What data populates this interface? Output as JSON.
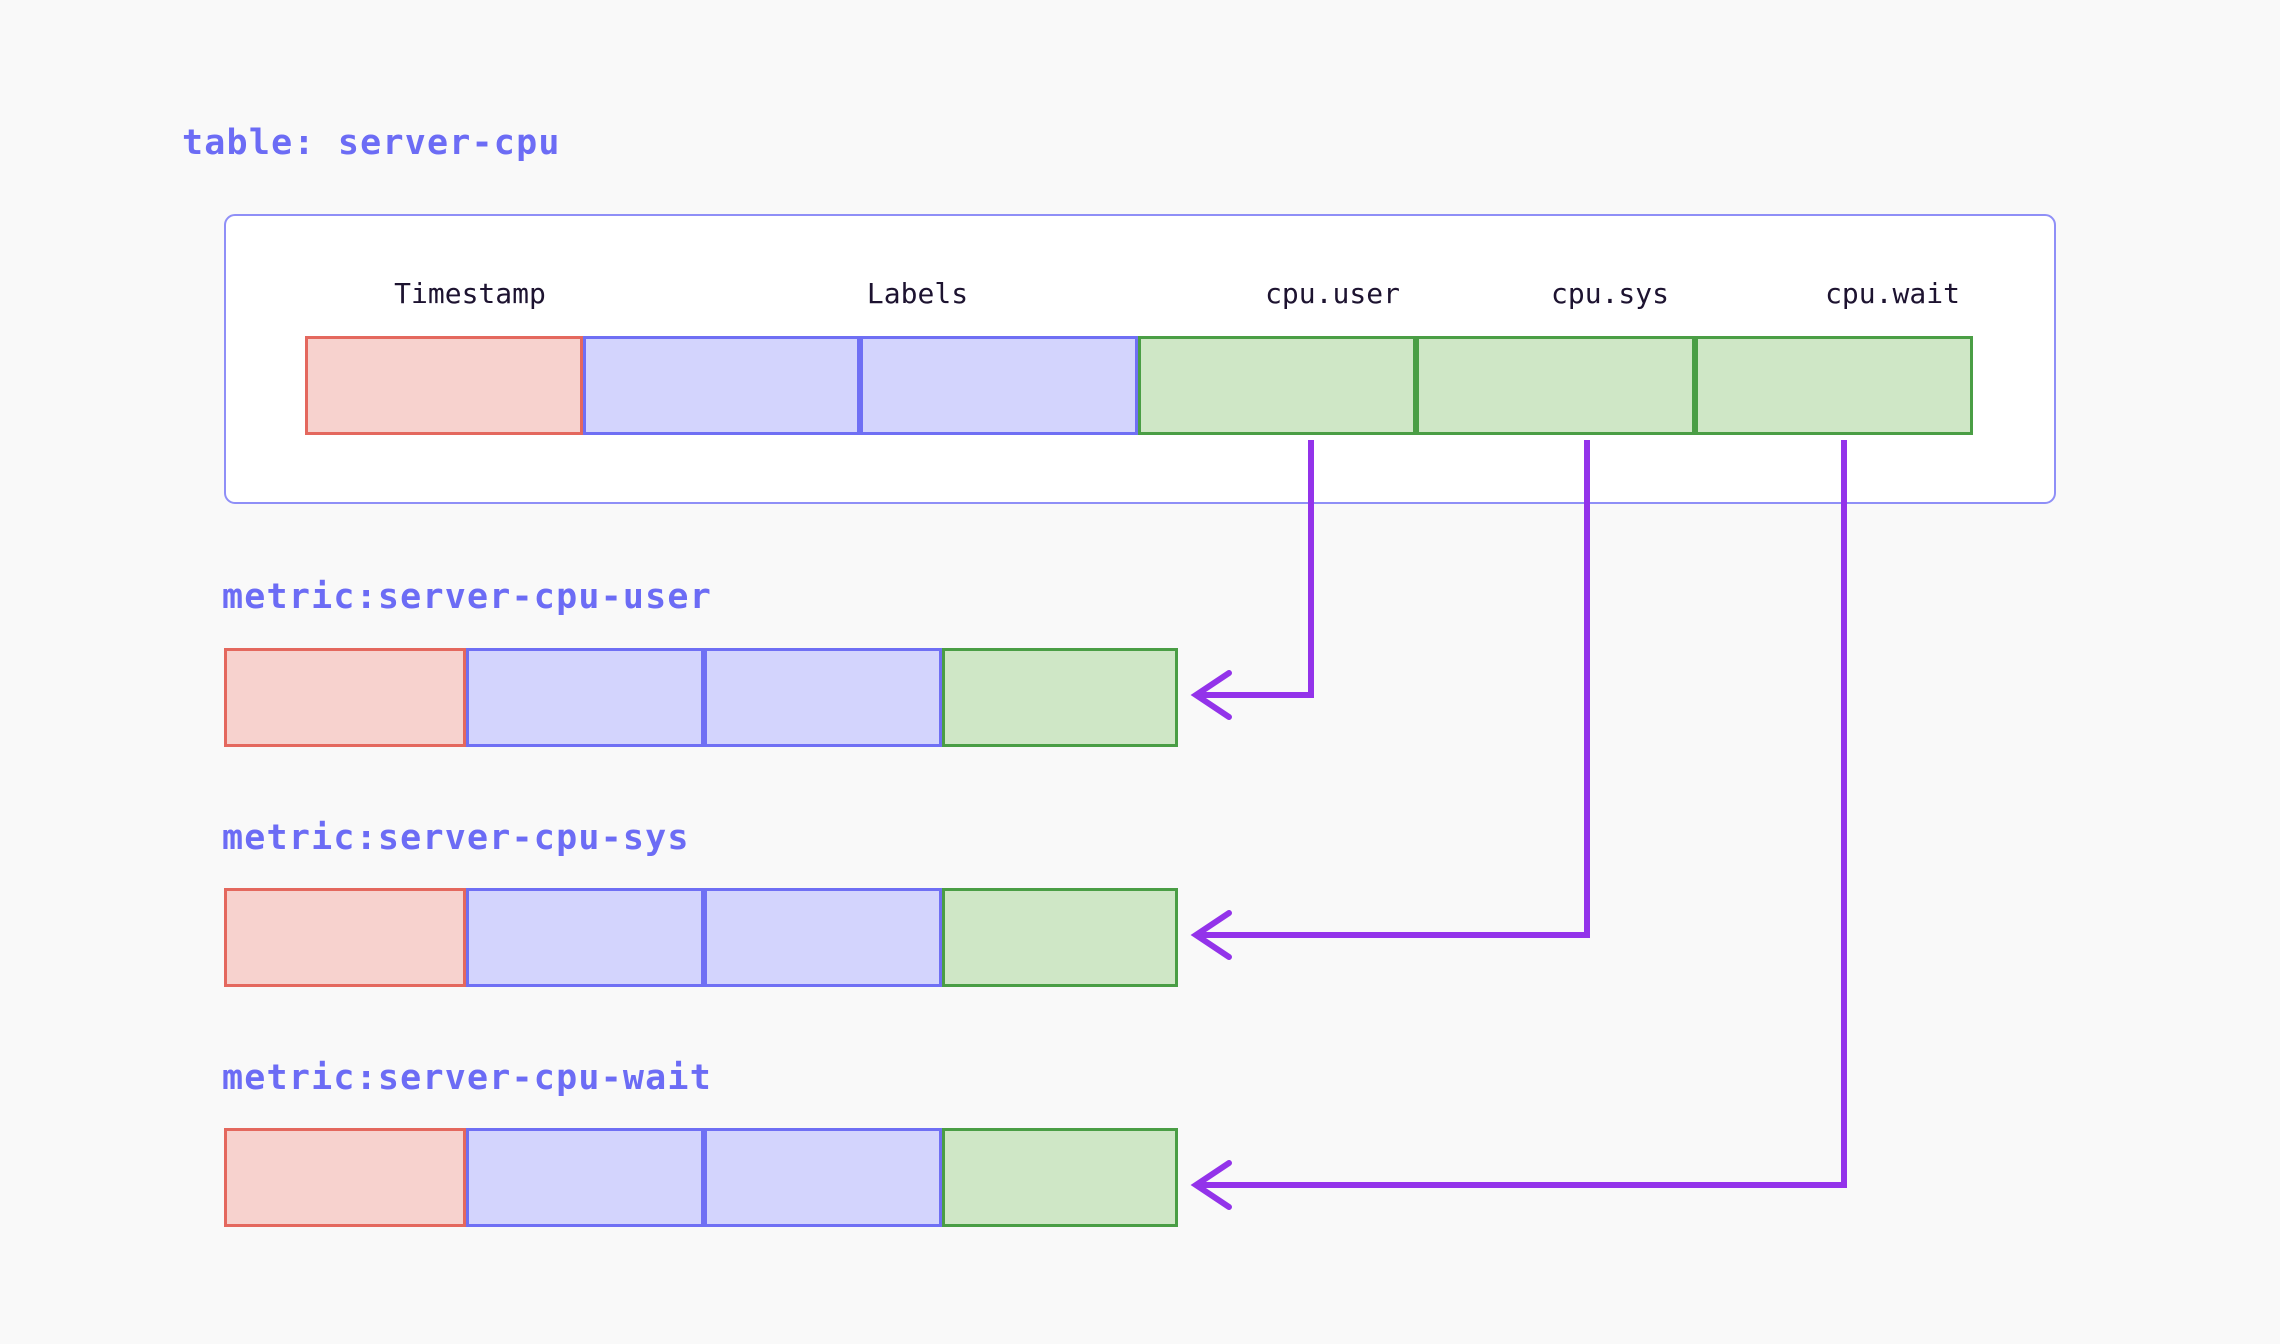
{
  "page": {
    "background_color": "#f9f9f9",
    "title_color": "#6c6cf5",
    "arrow_color": "#9333ea"
  },
  "table": {
    "title": "table: server-cpu",
    "border_color": "#8f8ff7",
    "columns": [
      {
        "name": "Timestamp",
        "label": "Timestamp",
        "kind": "timestamp",
        "fill": "#f7d2ce",
        "stroke": "#e4685e"
      },
      {
        "name": "Labels",
        "label": "Labels",
        "kind": "labels",
        "fill": "#d3d4fd",
        "stroke": "#6f6ff4"
      },
      {
        "name": "cpu.user",
        "label": "cpu.user",
        "kind": "value",
        "fill": "#cfe7c6",
        "stroke": "#4a9e45"
      },
      {
        "name": "cpu.sys",
        "label": "cpu.sys",
        "kind": "value",
        "fill": "#cfe7c6",
        "stroke": "#4a9e45"
      },
      {
        "name": "cpu.wait",
        "label": "cpu.wait",
        "kind": "value",
        "fill": "#cfe7c6",
        "stroke": "#4a9e45"
      }
    ],
    "row_cells": [
      {
        "kind": "timestamp",
        "span": 1
      },
      {
        "kind": "labels",
        "span": 1
      },
      {
        "kind": "labels",
        "span": 1
      },
      {
        "kind": "value",
        "span": 1
      },
      {
        "kind": "value",
        "span": 1
      },
      {
        "kind": "value",
        "span": 1
      }
    ]
  },
  "metrics": [
    {
      "title": "metric:server-cpu-user",
      "source_column": "cpu.user",
      "cells": [
        {
          "kind": "timestamp",
          "fill": "#f7d2ce",
          "stroke": "#e4685e"
        },
        {
          "kind": "labels",
          "fill": "#d3d4fd",
          "stroke": "#6f6ff4"
        },
        {
          "kind": "labels",
          "fill": "#d3d4fd",
          "stroke": "#6f6ff4"
        },
        {
          "kind": "value",
          "fill": "#cfe7c6",
          "stroke": "#4a9e45"
        }
      ]
    },
    {
      "title": "metric:server-cpu-sys",
      "source_column": "cpu.sys",
      "cells": [
        {
          "kind": "timestamp",
          "fill": "#f7d2ce",
          "stroke": "#e4685e"
        },
        {
          "kind": "labels",
          "fill": "#d3d4fd",
          "stroke": "#6f6ff4"
        },
        {
          "kind": "labels",
          "fill": "#d3d4fd",
          "stroke": "#6f6ff4"
        },
        {
          "kind": "value",
          "fill": "#cfe7c6",
          "stroke": "#4a9e45"
        }
      ]
    },
    {
      "title": "metric:server-cpu-wait",
      "source_column": "cpu.wait",
      "cells": [
        {
          "kind": "timestamp",
          "fill": "#f7d2ce",
          "stroke": "#e4685e"
        },
        {
          "kind": "labels",
          "fill": "#d3d4fd",
          "stroke": "#6f6ff4"
        },
        {
          "kind": "labels",
          "fill": "#d3d4fd",
          "stroke": "#6f6ff4"
        },
        {
          "kind": "value",
          "fill": "#cfe7c6",
          "stroke": "#4a9e45"
        }
      ]
    }
  ],
  "connections": [
    {
      "from": "cpu.user",
      "to": "metric:server-cpu-user"
    },
    {
      "from": "cpu.sys",
      "to": "metric:server-cpu-sys"
    },
    {
      "from": "cpu.wait",
      "to": "metric:server-cpu-wait"
    }
  ]
}
